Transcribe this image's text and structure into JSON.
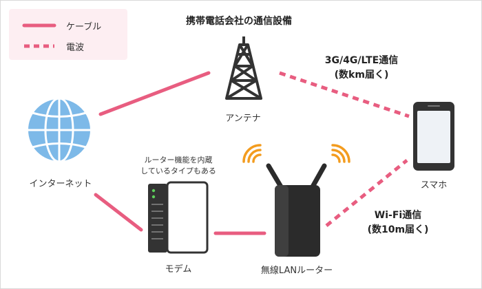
{
  "colors": {
    "accent": "#e85d80",
    "device_dark": "#2b2b2b",
    "globe": "#7db9e8",
    "signal": "#f39c1f"
  },
  "legend": {
    "cable_label": "ケーブル",
    "wave_label": "電波"
  },
  "title": "携帯電話会社の通信設備",
  "nodes": {
    "antenna": "アンテナ",
    "internet": "インターネット",
    "smartphone": "スマホ",
    "modem": "モデム",
    "router": "無線LANルーター"
  },
  "notes": {
    "modem_line1": "ルーター機能を内蔵",
    "modem_line2": "しているタイプもある"
  },
  "connections": {
    "mobile_line1": "3G/4G/LTE通信",
    "mobile_line2": "(数km届く)",
    "wifi_line1": "Wi-Fi通信",
    "wifi_line2": "(数10m届く)"
  }
}
